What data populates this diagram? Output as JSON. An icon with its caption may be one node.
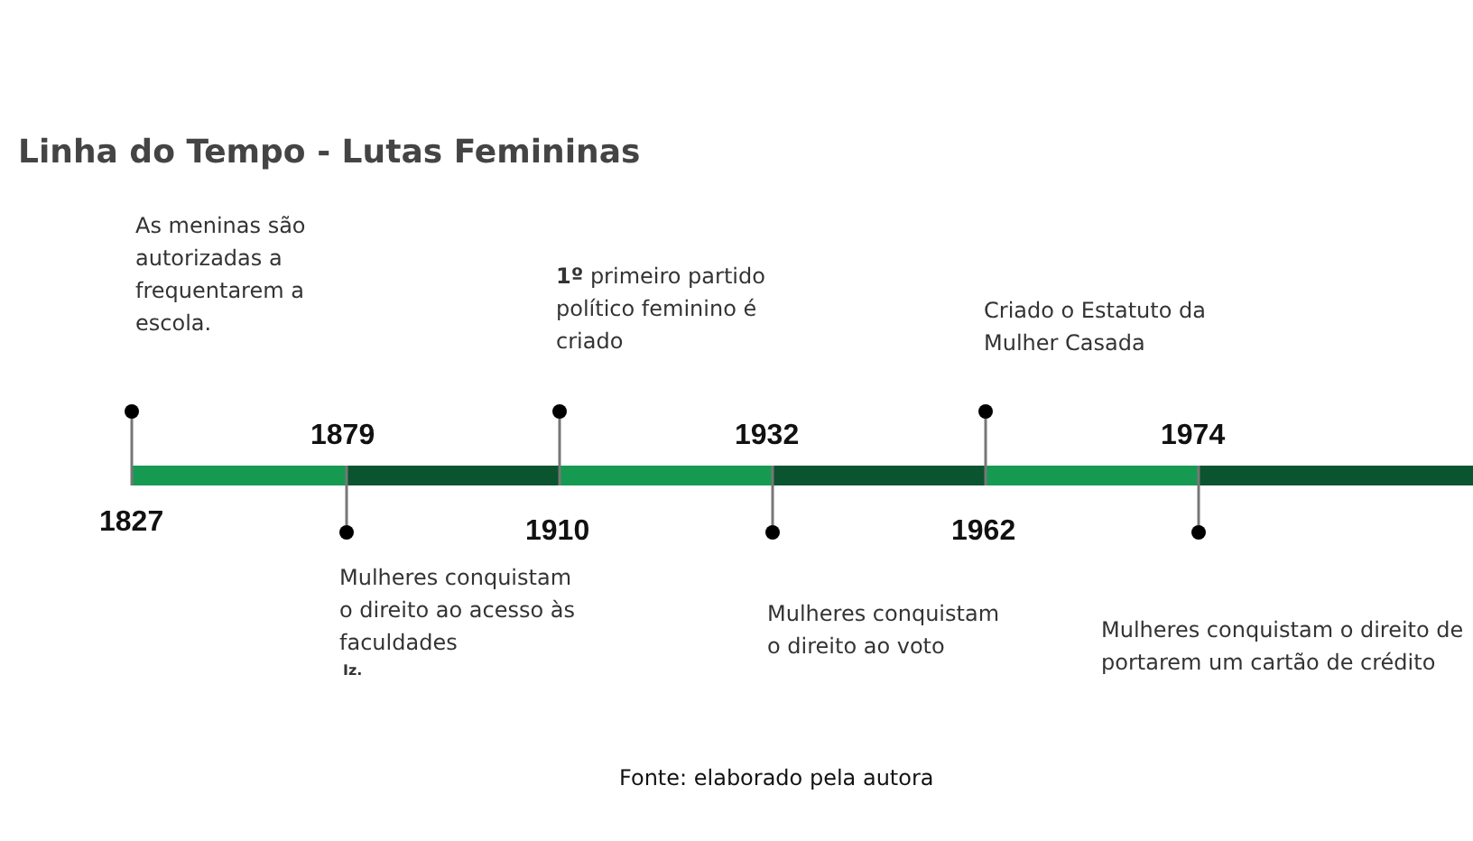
{
  "diagram": {
    "title": "Linha do Tempo - Lutas Femininas",
    "caption": "Fonte: elaborado pela autora",
    "nodes": [
      {
        "text": [
          "As meninas são autorizadas a frequentarem a escola."
        ]
      },
      {
        "text": [
          "Mulheres conquistam o direito ao acesso às faculdades"
        ]
      },
      {
        "text": [
          "**1º** primeiro partido político feminino é criado"
        ]
      },
      {
        "text": [
          "Mulheres conquistam o direito ao voto"
        ]
      },
      {
        "text": [
          "Criado o Estatuto da Mulher Casada"
        ]
      },
      {
        "text": [
          "Mulheres conquistam o direito de portarem um cartão de crédito"
        ]
      }
    ],
    "labels": [
      "1827",
      "1879",
      "1910",
      "1932",
      "1962",
      "1974",
      "Iz."
    ]
  }
}
